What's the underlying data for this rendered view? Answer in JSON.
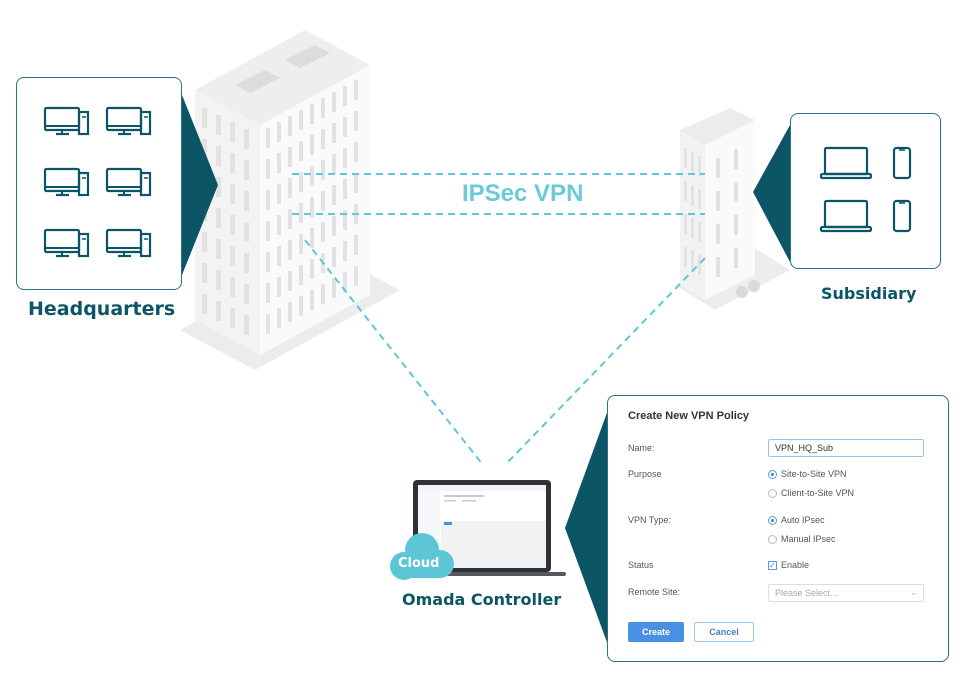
{
  "diagram": {
    "center_label": "IPSec VPN",
    "nodes": {
      "headquarters": {
        "label": "Headquarters",
        "devices": [
          "desktop-computer",
          "desktop-computer",
          "desktop-computer",
          "desktop-computer",
          "desktop-computer",
          "desktop-computer"
        ]
      },
      "subsidiary": {
        "label": "Subsidiary",
        "devices": [
          "laptop",
          "smartphone",
          "laptop",
          "smartphone"
        ]
      },
      "controller": {
        "label": "Omada Controller",
        "badge": "Cloud"
      }
    },
    "colors": {
      "brand_dark_teal": "#0b5566",
      "vpn_line_cyan": "#5ec8d8",
      "vpn_label_cyan": "#6cc9db",
      "cloud_badge": "#5cc6d6",
      "button_blue": "#4a90e2"
    }
  },
  "vpn_form": {
    "title": "Create New VPN Policy",
    "name_label": "Name:",
    "name_value": "VPN_HQ_Sub",
    "purpose_label": "Purpose",
    "purpose_options": [
      {
        "label": "Site-to-Site VPN",
        "selected": true
      },
      {
        "label": "Client-to-Site VPN",
        "selected": false
      }
    ],
    "vpn_type_label": "VPN Type:",
    "vpn_type_options": [
      {
        "label": "Auto IPsec",
        "selected": true
      },
      {
        "label": "Manual IPsec",
        "selected": false
      }
    ],
    "status_label": "Status",
    "status_checkbox_label": "Enable",
    "status_checked": true,
    "status_check_glyph": "✓",
    "remote_site_label": "Remote Site:",
    "remote_site_placeholder": "Please Select...",
    "remote_site_chevron": "⌄",
    "create_button": "Create",
    "cancel_button": "Cancel"
  }
}
